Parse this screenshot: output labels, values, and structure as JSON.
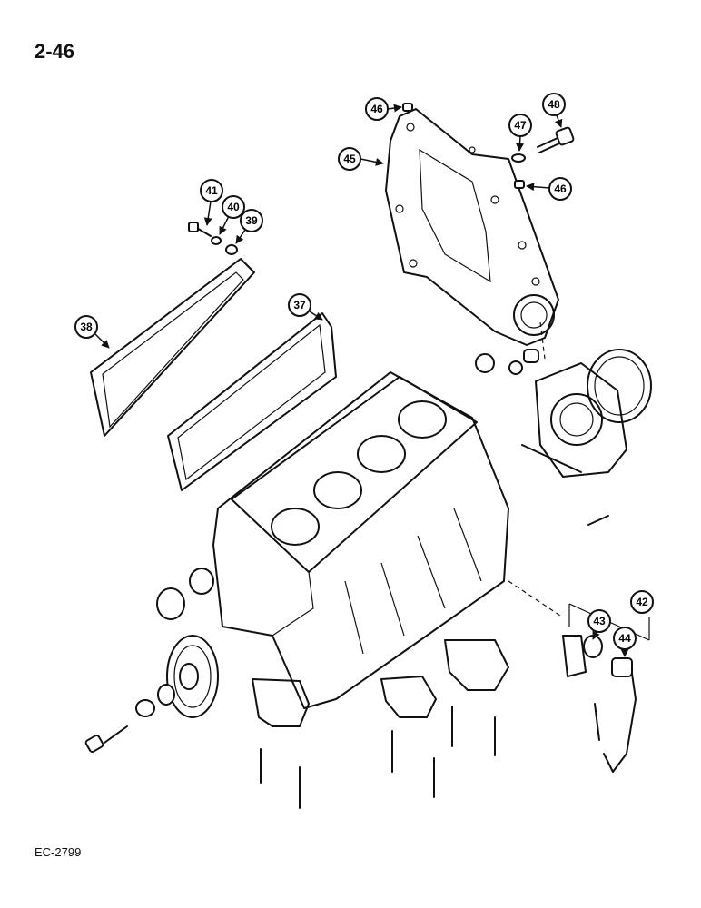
{
  "page": {
    "number": "2-46",
    "ref_code": "EC-2799"
  },
  "callouts": {
    "c37": "37",
    "c38": "38",
    "c39": "39",
    "c40": "40",
    "c41": "41",
    "c42": "42",
    "c43": "43",
    "c44": "44",
    "c45": "45",
    "c46a": "46",
    "c46b": "46",
    "c47": "47",
    "c48": "48"
  }
}
